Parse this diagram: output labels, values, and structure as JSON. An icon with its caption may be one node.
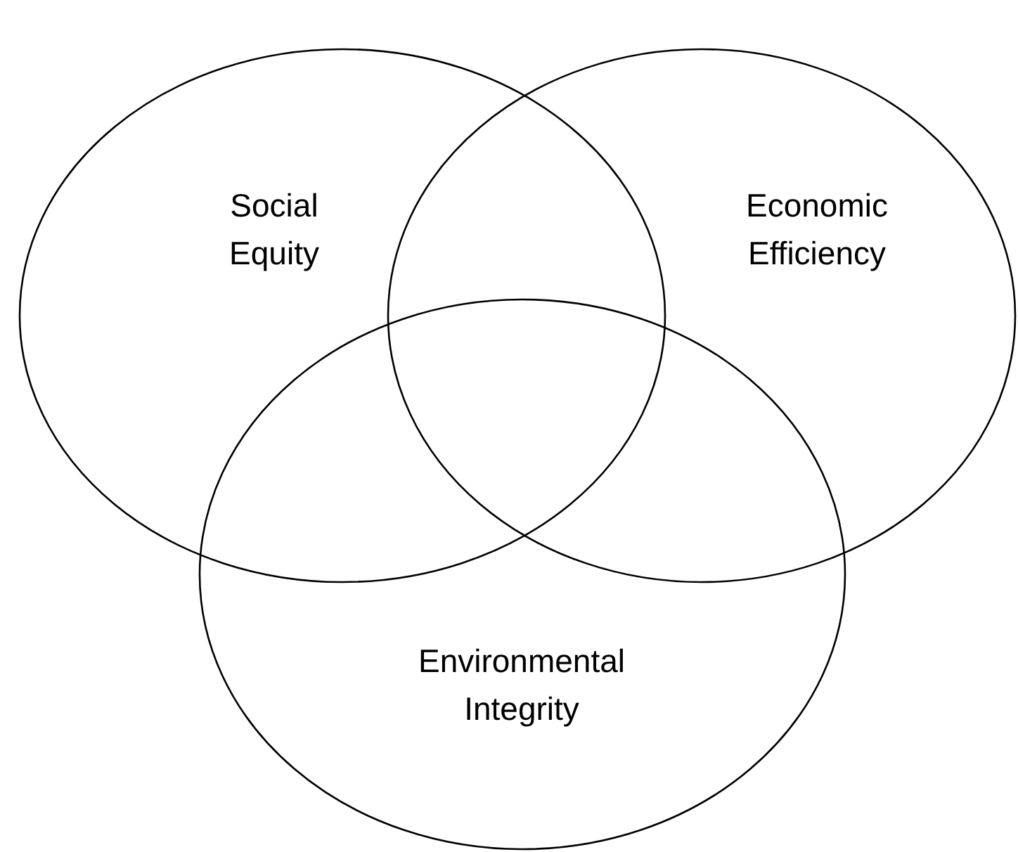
{
  "diagram": {
    "nodes": [
      {
        "text": [
          "Social Equity"
        ]
      },
      {
        "text": [
          "Economic Efficiency"
        ]
      },
      {
        "text": [
          "Environmental Integrity"
        ]
      }
    ]
  }
}
